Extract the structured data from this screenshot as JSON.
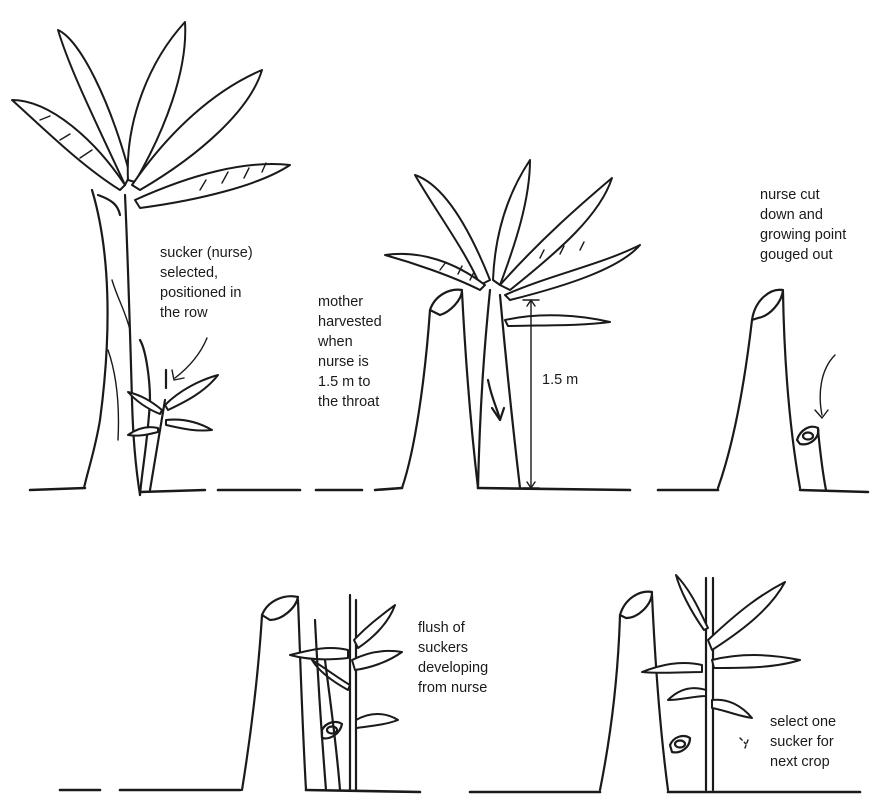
{
  "labels": {
    "sucker_nurse": [
      "sucker (nurse)",
      "selected,",
      "positioned in",
      "the row"
    ],
    "mother_harvested": [
      "mother",
      "harvested",
      "when",
      "nurse is",
      "1.5 m to",
      "the throat"
    ],
    "height_mark": "1.5 m",
    "nurse_cut": [
      "nurse cut",
      "down and",
      "growing point",
      "gouged out"
    ],
    "flush_suckers": [
      "flush of",
      "suckers",
      "developing",
      "from nurse"
    ],
    "select_one": [
      "select one",
      "sucker for",
      "next crop"
    ]
  }
}
